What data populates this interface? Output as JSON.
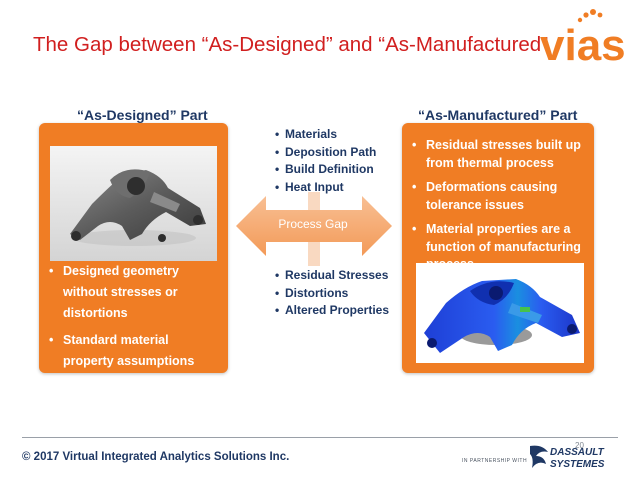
{
  "slide": {
    "title": "The Gap between “As-Designed” and “As-Manufactured”"
  },
  "logo": {
    "text": "vias",
    "brand_color": "#f07d24"
  },
  "left": {
    "heading": "“As-Designed” Part",
    "image_icon": "bracket-cad-render-icon",
    "bullets": [
      [
        "Designed geometry",
        "without stresses or",
        "distortions"
      ],
      [
        "Standard material",
        "property assumptions"
      ]
    ]
  },
  "center": {
    "inputs": [
      "Materials",
      "Deposition Path",
      "Build Definition",
      "Heat Input"
    ],
    "arrow_label": "Process Gap",
    "outputs": [
      "Residual Stresses",
      "Distortions",
      "Altered Properties"
    ]
  },
  "right": {
    "heading": "“As-Manufactured” Part",
    "bullets": [
      [
        "Residual stresses built up",
        "from thermal process"
      ],
      [
        "Deformations causing",
        "tolerance issues"
      ],
      [
        "Material properties are a",
        "function of manufacturing",
        "process"
      ]
    ],
    "image_icon": "bracket-stress-contour-icon"
  },
  "footer": {
    "copyright": "© 2017 Virtual Integrated Analytics Solutions Inc.",
    "page_number": "20",
    "partner_text": "IN PARTNERSHIP WITH",
    "partner_line1": "DASSAULT",
    "partner_line2": "SYSTEMES"
  },
  "colors": {
    "title": "#d11f1f",
    "heading": "#1f3864",
    "panel": "#f07d24",
    "arrow": "#f5a66a"
  }
}
